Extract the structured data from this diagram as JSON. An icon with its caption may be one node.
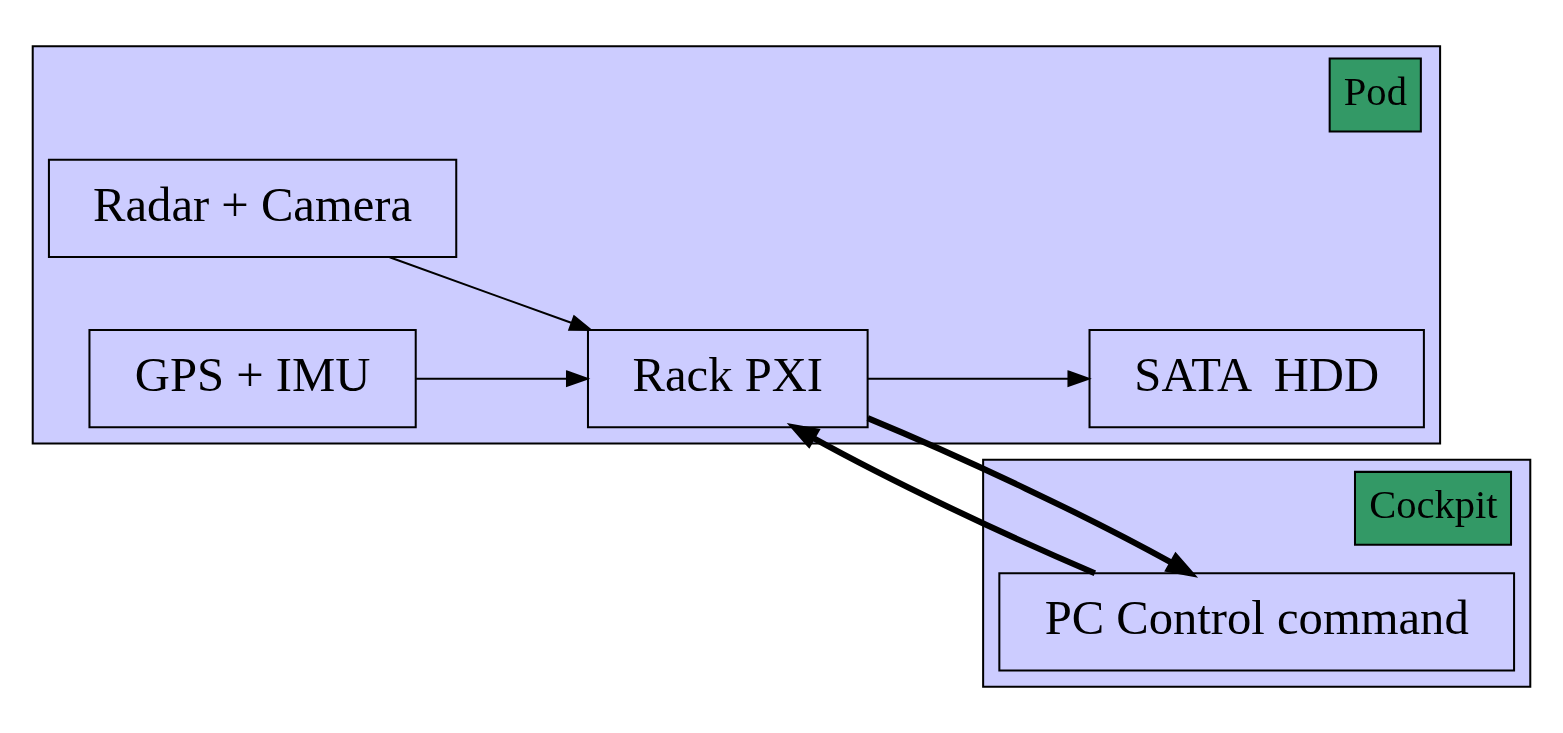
{
  "diagram": {
    "nodes": [
      {
        "text": [
          "Pod"
        ]
      },
      {
        "text": [
          "Radar + Camera"
        ],
        "in": 0
      },
      {
        "text": [
          "Rack PXI"
        ],
        "in": 0
      },
      {
        "text": [
          "SATA  HDD"
        ],
        "in": 0
      },
      {
        "text": [
          "GPS + IMU"
        ],
        "in": 0
      },
      {
        "text": [
          "Cockpit"
        ]
      },
      {
        "text": [
          "PC Control command"
        ],
        "in": 5
      }
    ],
    "edges": [
      {
        "from": 1,
        "to": 2,
        "arrow": "to"
      },
      {
        "from": 4,
        "to": 2,
        "arrow": "to"
      },
      {
        "from": 2,
        "to": 3,
        "arrow": "to"
      },
      {
        "from": 2,
        "to": 6,
        "arrow": "to",
        "style": "thick"
      },
      {
        "from": 6,
        "to": 2,
        "arrow": "to",
        "style": "thick"
      }
    ]
  }
}
